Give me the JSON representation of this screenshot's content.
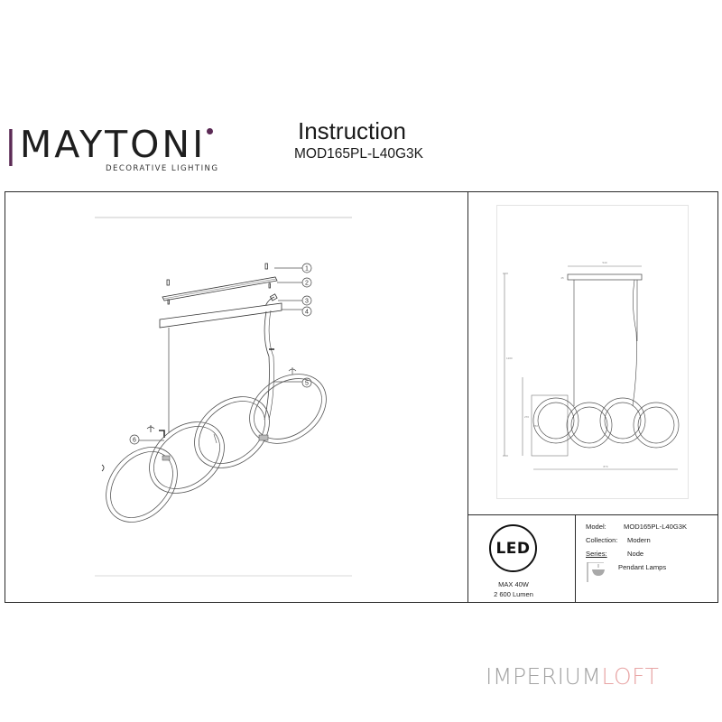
{
  "header": {
    "brand": {
      "name": "MAYTONI",
      "tagline": "DECORATIVE LIGHTING",
      "accent_color": "#5b2a55"
    },
    "title": "Instruction",
    "model": "MOD165PL-L40G3K"
  },
  "assembly_diagram": {
    "callouts": [
      "1",
      "2",
      "3",
      "4",
      "5",
      "6"
    ],
    "icons": [
      "screw-icon",
      "mounting-bar-icon",
      "cable-connector-icon",
      "canopy-icon",
      "cable-adjust-icon",
      "height-adjust-icon"
    ]
  },
  "dimension_drawing": {
    "labels": {
      "canopy_width": "540",
      "canopy_height": "45",
      "total_height": "1200",
      "ring_drop": "270",
      "ring_diameter": "250",
      "total_width": "870"
    }
  },
  "led_info": {
    "badge": "LED",
    "max_power": "MAX 40W",
    "lumen": "2 600 Lumen"
  },
  "specs": {
    "model_label": "Model:",
    "model_value": "MOD165PL-L40G3K",
    "collection_label": "Collection:",
    "collection_value": "Modern",
    "series_label": "Series:",
    "series_value": "Node",
    "type_value": "Pendant Lamps"
  },
  "footer": {
    "logo_part1": "IMPERIUM",
    "logo_part2": "LOFT",
    "color_part1": "#a3a3a3",
    "color_part2": "#e8a5a5"
  }
}
